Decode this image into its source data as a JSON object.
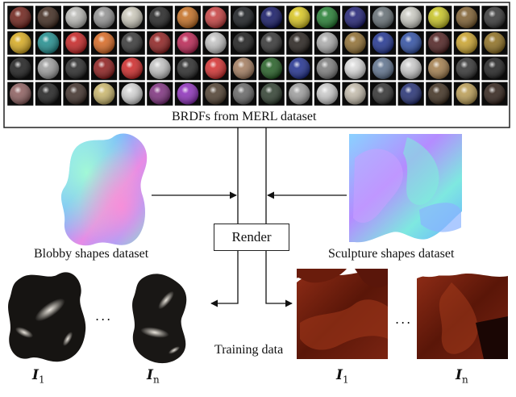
{
  "merl_caption": "BRDFs from MERL dataset",
  "blobby_caption": "Blobby shapes dataset",
  "sculpture_caption": "Sculpture shapes dataset",
  "render_label": "Render",
  "training_caption": "Training data",
  "ellipsis": "...",
  "image_symbols": [
    {
      "base": "I",
      "sub": "1"
    },
    {
      "base": "I",
      "sub": "n"
    },
    {
      "base": "I",
      "sub": "1"
    },
    {
      "base": "I",
      "sub": "n"
    }
  ],
  "sphere_grid": {
    "rows": 4,
    "cols": 18,
    "colors": [
      [
        "#6a1a12",
        "#3a2418",
        "#b7b7b3",
        "#8e8e8e",
        "#c9c6b8",
        "#1c1c1c",
        "#c26a1c",
        "#c43a3a",
        "#111418",
        "#0c1060",
        "#d8c41a",
        "#1e7a2c",
        "#1a1a70",
        "#606a70",
        "#c8c8c0",
        "#c6c21e",
        "#7a5a2a",
        "#303030"
      ],
      [
        "#d6a81a",
        "#1a8a8a",
        "#c41e1e",
        "#d6641c",
        "#303030",
        "#8c1a1a",
        "#b81e4e",
        "#c0c0c0",
        "#141414",
        "#2e2e2e",
        "#201a16",
        "#a8a8a8",
        "#8c6a2c",
        "#1a2e8c",
        "#2a4aa0",
        "#4a1a1a",
        "#c8a028",
        "#8a6a1a"
      ],
      [
        "#161616",
        "#9a9a9a",
        "#222222",
        "#8a1616",
        "#cc2222",
        "#c0c0c0",
        "#242424",
        "#d22a2a",
        "#a0785a",
        "#1e5a1e",
        "#1a2a8c",
        "#7a7a7a",
        "#d8d8d8",
        "#5a6e8a",
        "#c8c8c8",
        "#a07a48",
        "#2e2e2e",
        "#1a1a1a"
      ],
      [
        "#8a5a5a",
        "#1a1a1a",
        "#3a2a24",
        "#c8b468",
        "#d2d2d2",
        "#7a2a7a",
        "#8a2ab8",
        "#4a3a2a",
        "#626262",
        "#2a3a2a",
        "#9a9a9a",
        "#c8c8c8",
        "#c0b8a8",
        "#2a2a2a",
        "#1e2a70",
        "#3a2a1a",
        "#b89a50",
        "#2a1a12"
      ]
    ]
  },
  "colors": {
    "arrow": "#111111",
    "blob_dark": "#151412",
    "sculpture_red": "#6e1f0f"
  }
}
